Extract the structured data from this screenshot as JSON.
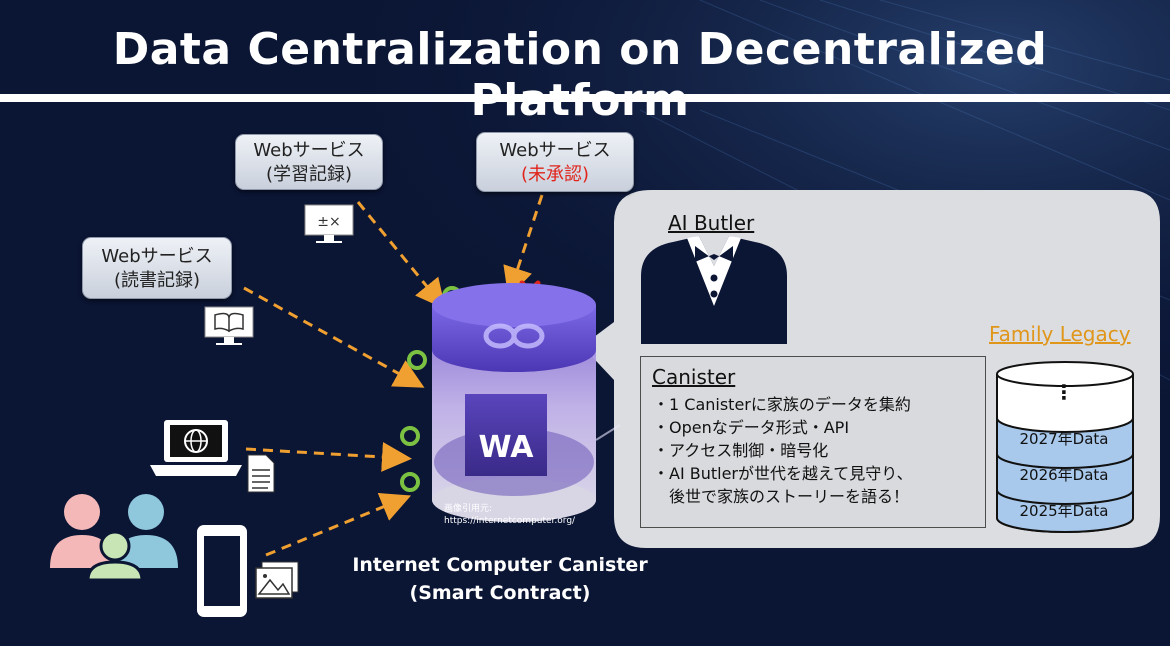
{
  "title": "Data Centralization on Decentralized Platform",
  "services": [
    {
      "line1": "Webサービス",
      "line2": "(学習記録)"
    },
    {
      "line1": "Webサービス",
      "line2": "(未承認)"
    },
    {
      "line1": "Webサービス",
      "line2": "(読書記録)"
    }
  ],
  "canister_caption": {
    "line1": "Internet Computer Canister",
    "line2": "(Smart Contract)"
  },
  "logo_text": "WA",
  "image_credit": {
    "line1": "画像引用元:",
    "line2": "https://internetcomputer.org/"
  },
  "butler_title": "AI Butler",
  "canister_box": {
    "title": "Canister",
    "items": [
      "・1 Canisterに家族のデータを集約",
      "・Openなデータ形式・API",
      "・アクセス制御・暗号化",
      "・AI Butlerが世代を越えて見守り、",
      "後世で家族のストーリーを語る！"
    ]
  },
  "family_legacy": {
    "title": "Family Legacy",
    "ellipsis": "⋮",
    "records": [
      "2027年Data",
      "2026年Data",
      "2025年Data"
    ]
  },
  "colors": {
    "accent_arrow": "#f0a030",
    "approved": "#7cc242",
    "rejected": "#e0241b",
    "legacy_title": "#e0961a",
    "db_fill": "#a9c9ec"
  },
  "icons": [
    "calculator-monitor-icon",
    "book-monitor-icon",
    "globe-laptop-icon",
    "document-icon",
    "smartphone-icon",
    "photos-icon",
    "family-users-icon",
    "tuxedo-icon"
  ]
}
